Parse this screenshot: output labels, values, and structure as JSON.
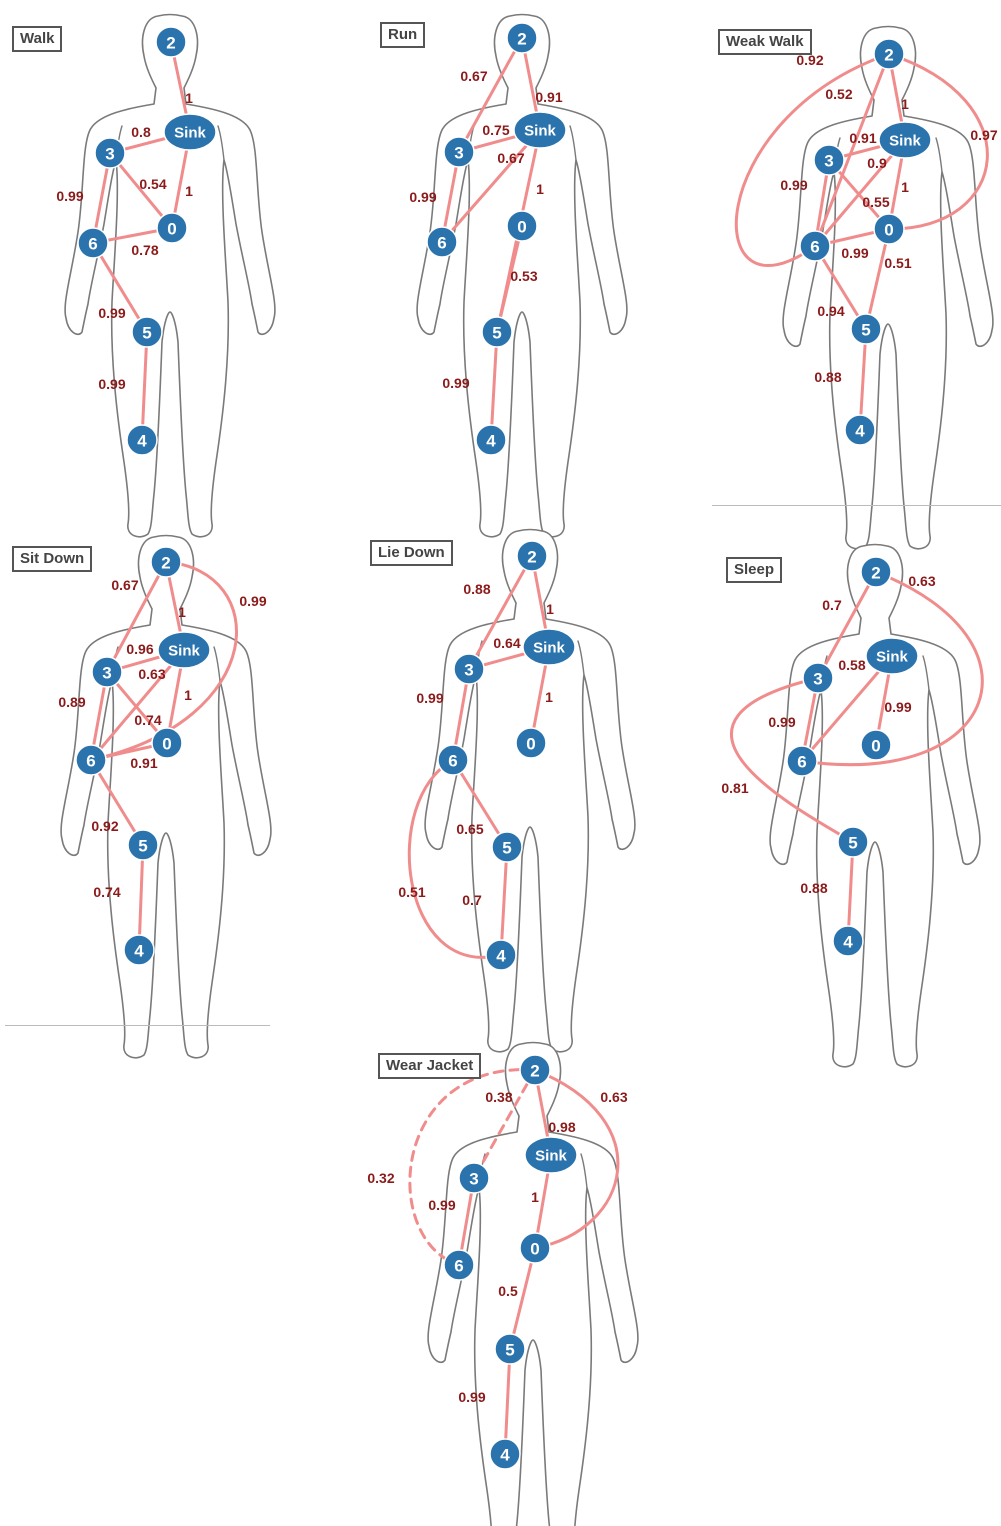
{
  "colors": {
    "edge": "#f08c8c",
    "node": "#2b73ac",
    "weight_text": "#8b1a1a",
    "outline": "#7a7a7a"
  },
  "panels": [
    {
      "title": "Walk",
      "nodes": [
        {
          "id": "2",
          "label": "2"
        },
        {
          "id": "Sink",
          "label": "Sink"
        },
        {
          "id": "3",
          "label": "3"
        },
        {
          "id": "0",
          "label": "0"
        },
        {
          "id": "6",
          "label": "6"
        },
        {
          "id": "5",
          "label": "5"
        },
        {
          "id": "4",
          "label": "4"
        }
      ],
      "edges": [
        {
          "from": "2",
          "to": "Sink",
          "weight": "1"
        },
        {
          "from": "3",
          "to": "Sink",
          "weight": "0.8"
        },
        {
          "from": "Sink",
          "to": "0",
          "weight": "1"
        },
        {
          "from": "3",
          "to": "0",
          "weight": "0.54"
        },
        {
          "from": "3",
          "to": "6",
          "weight": "0.99"
        },
        {
          "from": "6",
          "to": "0",
          "weight": "0.78"
        },
        {
          "from": "6",
          "to": "5",
          "weight": "0.99"
        },
        {
          "from": "5",
          "to": "4",
          "weight": "0.99"
        }
      ]
    },
    {
      "title": "Run",
      "nodes": [
        {
          "id": "2",
          "label": "2"
        },
        {
          "id": "Sink",
          "label": "Sink"
        },
        {
          "id": "3",
          "label": "3"
        },
        {
          "id": "0",
          "label": "0"
        },
        {
          "id": "6",
          "label": "6"
        },
        {
          "id": "5",
          "label": "5"
        },
        {
          "id": "4",
          "label": "4"
        }
      ],
      "edges": [
        {
          "from": "2",
          "to": "3",
          "weight": "0.67"
        },
        {
          "from": "2",
          "to": "Sink",
          "weight": "0.91"
        },
        {
          "from": "3",
          "to": "Sink",
          "weight": "0.75"
        },
        {
          "from": "6",
          "to": "Sink",
          "weight": "0.67"
        },
        {
          "from": "Sink",
          "to": "5",
          "weight": "1"
        },
        {
          "from": "3",
          "to": "6",
          "weight": "0.99"
        },
        {
          "from": "0",
          "to": "5",
          "weight": "0.53"
        },
        {
          "from": "5",
          "to": "4",
          "weight": "0.99"
        }
      ]
    },
    {
      "title": "Weak Walk",
      "nodes": [
        {
          "id": "2",
          "label": "2"
        },
        {
          "id": "Sink",
          "label": "Sink"
        },
        {
          "id": "3",
          "label": "3"
        },
        {
          "id": "0",
          "label": "0"
        },
        {
          "id": "6",
          "label": "6"
        },
        {
          "id": "5",
          "label": "5"
        },
        {
          "id": "4",
          "label": "4"
        }
      ],
      "edges": [
        {
          "from": "2",
          "to": "6",
          "weight": "0.92",
          "curve": true
        },
        {
          "from": "2",
          "to": "0",
          "weight": "0.97",
          "curve": true
        },
        {
          "from": "2",
          "to": "6",
          "weight": "0.52"
        },
        {
          "from": "2",
          "to": "Sink",
          "weight": "1"
        },
        {
          "from": "3",
          "to": "Sink",
          "weight": "0.91"
        },
        {
          "from": "3",
          "to": "0",
          "weight": "0.9"
        },
        {
          "from": "Sink",
          "to": "0",
          "weight": "1"
        },
        {
          "from": "Sink",
          "to": "6",
          "weight": "0.55"
        },
        {
          "from": "3",
          "to": "6",
          "weight": "0.99"
        },
        {
          "from": "6",
          "to": "0",
          "weight": "0.99"
        },
        {
          "from": "0",
          "to": "5",
          "weight": "0.51"
        },
        {
          "from": "6",
          "to": "5",
          "weight": "0.94"
        },
        {
          "from": "5",
          "to": "4",
          "weight": "0.88"
        }
      ]
    },
    {
      "title": "Sit Down",
      "nodes": [
        {
          "id": "2",
          "label": "2"
        },
        {
          "id": "Sink",
          "label": "Sink"
        },
        {
          "id": "3",
          "label": "3"
        },
        {
          "id": "0",
          "label": "0"
        },
        {
          "id": "6",
          "label": "6"
        },
        {
          "id": "5",
          "label": "5"
        },
        {
          "id": "4",
          "label": "4"
        }
      ],
      "edges": [
        {
          "from": "2",
          "to": "3",
          "weight": "0.67"
        },
        {
          "from": "2",
          "to": "Sink",
          "weight": "1"
        },
        {
          "from": "2",
          "to": "6",
          "weight": "0.99",
          "curve": true
        },
        {
          "from": "3",
          "to": "Sink",
          "weight": "0.96"
        },
        {
          "from": "6",
          "to": "Sink",
          "weight": "0.63"
        },
        {
          "from": "Sink",
          "to": "0",
          "weight": "1"
        },
        {
          "from": "3",
          "to": "0",
          "weight": "0.74"
        },
        {
          "from": "3",
          "to": "6",
          "weight": "0.89"
        },
        {
          "from": "6",
          "to": "0",
          "weight": "0.91"
        },
        {
          "from": "6",
          "to": "5",
          "weight": "0.92"
        },
        {
          "from": "5",
          "to": "4",
          "weight": "0.74"
        }
      ]
    },
    {
      "title": "Lie Down",
      "nodes": [
        {
          "id": "2",
          "label": "2"
        },
        {
          "id": "Sink",
          "label": "Sink"
        },
        {
          "id": "3",
          "label": "3"
        },
        {
          "id": "0",
          "label": "0"
        },
        {
          "id": "6",
          "label": "6"
        },
        {
          "id": "5",
          "label": "5"
        },
        {
          "id": "4",
          "label": "4"
        }
      ],
      "edges": [
        {
          "from": "2",
          "to": "3",
          "weight": "0.88"
        },
        {
          "from": "2",
          "to": "Sink",
          "weight": "1"
        },
        {
          "from": "3",
          "to": "Sink",
          "weight": "0.64"
        },
        {
          "from": "Sink",
          "to": "0",
          "weight": "1"
        },
        {
          "from": "3",
          "to": "6",
          "weight": "0.99"
        },
        {
          "from": "6",
          "to": "5",
          "weight": "0.65"
        },
        {
          "from": "6",
          "to": "4",
          "weight": "0.51",
          "curve": true
        },
        {
          "from": "5",
          "to": "4",
          "weight": "0.7"
        }
      ]
    },
    {
      "title": "Sleep",
      "nodes": [
        {
          "id": "2",
          "label": "2"
        },
        {
          "id": "Sink",
          "label": "Sink"
        },
        {
          "id": "3",
          "label": "3"
        },
        {
          "id": "0",
          "label": "0"
        },
        {
          "id": "6",
          "label": "6"
        },
        {
          "id": "5",
          "label": "5"
        },
        {
          "id": "4",
          "label": "4"
        }
      ],
      "edges": [
        {
          "from": "2",
          "to": "3",
          "weight": "0.7"
        },
        {
          "from": "2",
          "to": "6",
          "weight": "0.63",
          "curve": true
        },
        {
          "from": "6",
          "to": "Sink",
          "weight": "0.58"
        },
        {
          "from": "Sink",
          "to": "0",
          "weight": "0.99"
        },
        {
          "from": "3",
          "to": "6",
          "weight": "0.99"
        },
        {
          "from": "3",
          "to": "5",
          "weight": "0.81",
          "curve": true
        },
        {
          "from": "5",
          "to": "4",
          "weight": "0.88"
        }
      ]
    },
    {
      "title": "Wear Jacket",
      "nodes": [
        {
          "id": "2",
          "label": "2"
        },
        {
          "id": "Sink",
          "label": "Sink"
        },
        {
          "id": "3",
          "label": "3"
        },
        {
          "id": "0",
          "label": "0"
        },
        {
          "id": "6",
          "label": "6"
        },
        {
          "id": "5",
          "label": "5"
        },
        {
          "id": "4",
          "label": "4"
        }
      ],
      "edges": [
        {
          "from": "2",
          "to": "6",
          "weight": "0.32",
          "curve": true,
          "dashed": true
        },
        {
          "from": "2",
          "to": "3",
          "weight": "0.38",
          "dashed": true
        },
        {
          "from": "2",
          "to": "Sink",
          "weight": "0.98"
        },
        {
          "from": "2",
          "to": "0",
          "weight": "0.63",
          "curve": true
        },
        {
          "from": "Sink",
          "to": "0",
          "weight": "1"
        },
        {
          "from": "3",
          "to": "6",
          "weight": "0.99"
        },
        {
          "from": "0",
          "to": "5",
          "weight": "0.5"
        },
        {
          "from": "5",
          "to": "4",
          "weight": "0.99"
        }
      ]
    }
  ]
}
